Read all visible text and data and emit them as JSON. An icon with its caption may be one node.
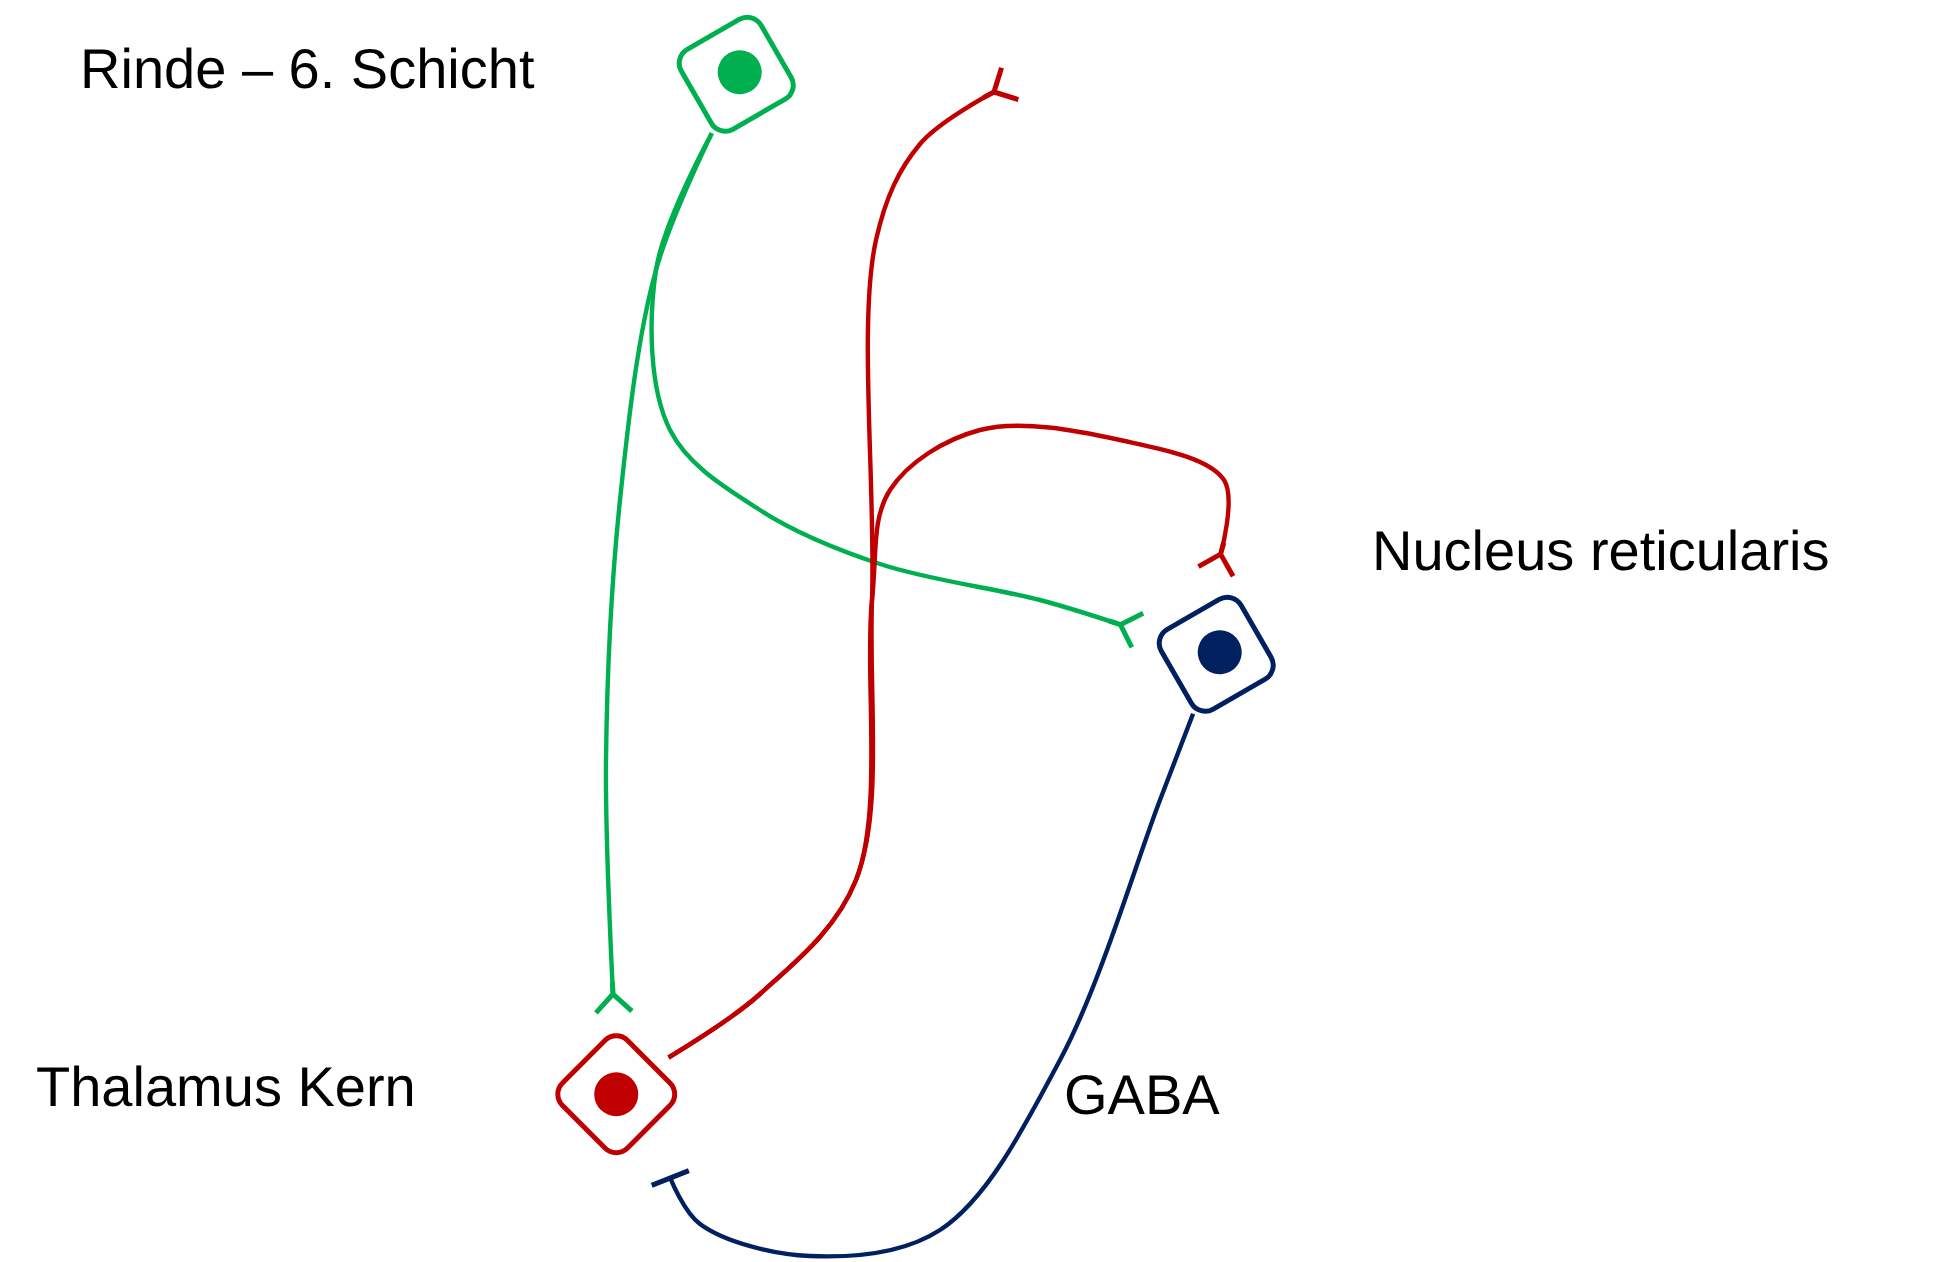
{
  "diagram": {
    "nodes": [
      {
        "text": [
          "Rinde – 6. Schicht"
        ]
      },
      {
        "text": [
          "Nucleus reticularis"
        ]
      },
      {
        "text": [
          "Thalamus Kern"
        ]
      }
    ],
    "edges": [
      {
        "from": 0,
        "to": 2,
        "arrow": "other",
        "color": "#00b050"
      },
      {
        "from": 0,
        "to": 1,
        "arrow": "other",
        "color": "#00b050"
      },
      {
        "from": 2,
        "to": null,
        "arrow": "other",
        "color": "#c00000"
      },
      {
        "from": 2,
        "to": 1,
        "arrow": "other",
        "color": "#c00000"
      },
      {
        "from": 1,
        "to": 2,
        "arrow": "other",
        "label": "GABA",
        "color": "#002060"
      }
    ]
  }
}
